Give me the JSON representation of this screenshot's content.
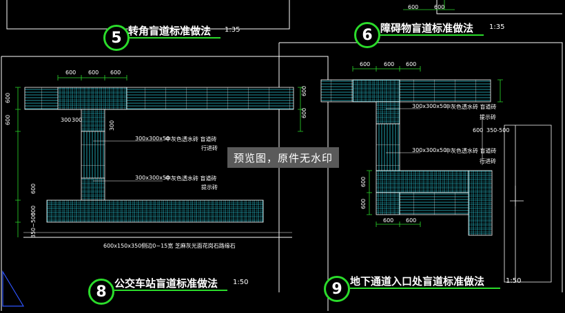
{
  "colors": {
    "background": "#000000",
    "frame": "#ffffff",
    "accent": "#2bdc2b",
    "paving": "#29c8d8"
  },
  "top_dims": {
    "a": "600",
    "b": "600"
  },
  "detail_5": {
    "number": "5",
    "title": "转角盲道标准做法",
    "scale": "1:35"
  },
  "detail_6": {
    "number": "6",
    "title": "障碍物盲道标准做法",
    "scale": "1:35"
  },
  "detail_8": {
    "number": "8",
    "title": "公交车站盲道标准做法",
    "scale": "1:50",
    "dims_top": [
      "600",
      "600",
      "600"
    ],
    "dims_left": [
      "600",
      "600",
      "600",
      "600",
      "350~500"
    ],
    "dims_small": [
      "300",
      "300",
      "300"
    ],
    "note_1_spec": "300x300x50",
    "note_1_desc": "中灰色透水砖 盲道砖",
    "note_1_type": "行进砖",
    "note_2_spec": "300x300x50",
    "note_2_desc": "中灰色透水砖 盲道砖",
    "note_2_type": "提示砖",
    "curb_note": "600x150x350侧边0~15宽 芝麻灰光面花岗石路缘石"
  },
  "detail_9": {
    "number": "9",
    "title": "地下通道入口处盲道标准做法",
    "scale": "1:50",
    "dims_top": [
      "600",
      "600",
      "600"
    ],
    "dims_bottom": [
      "600",
      "600"
    ],
    "dims_left": [
      "600",
      "600"
    ],
    "dims_right": [
      "600",
      "350-500"
    ],
    "note_1_spec": "300x300x50",
    "note_1_desc": "中灰色透水砖 盲道砖",
    "note_1_type": "提示砖",
    "note_2_spec": "300x300x50",
    "note_2_desc": "中灰色透水砖 盲道砖",
    "note_2_type": "行进砖"
  },
  "side_dims": [
    "600",
    "600"
  ],
  "watermark": "预览图，原件无水印"
}
